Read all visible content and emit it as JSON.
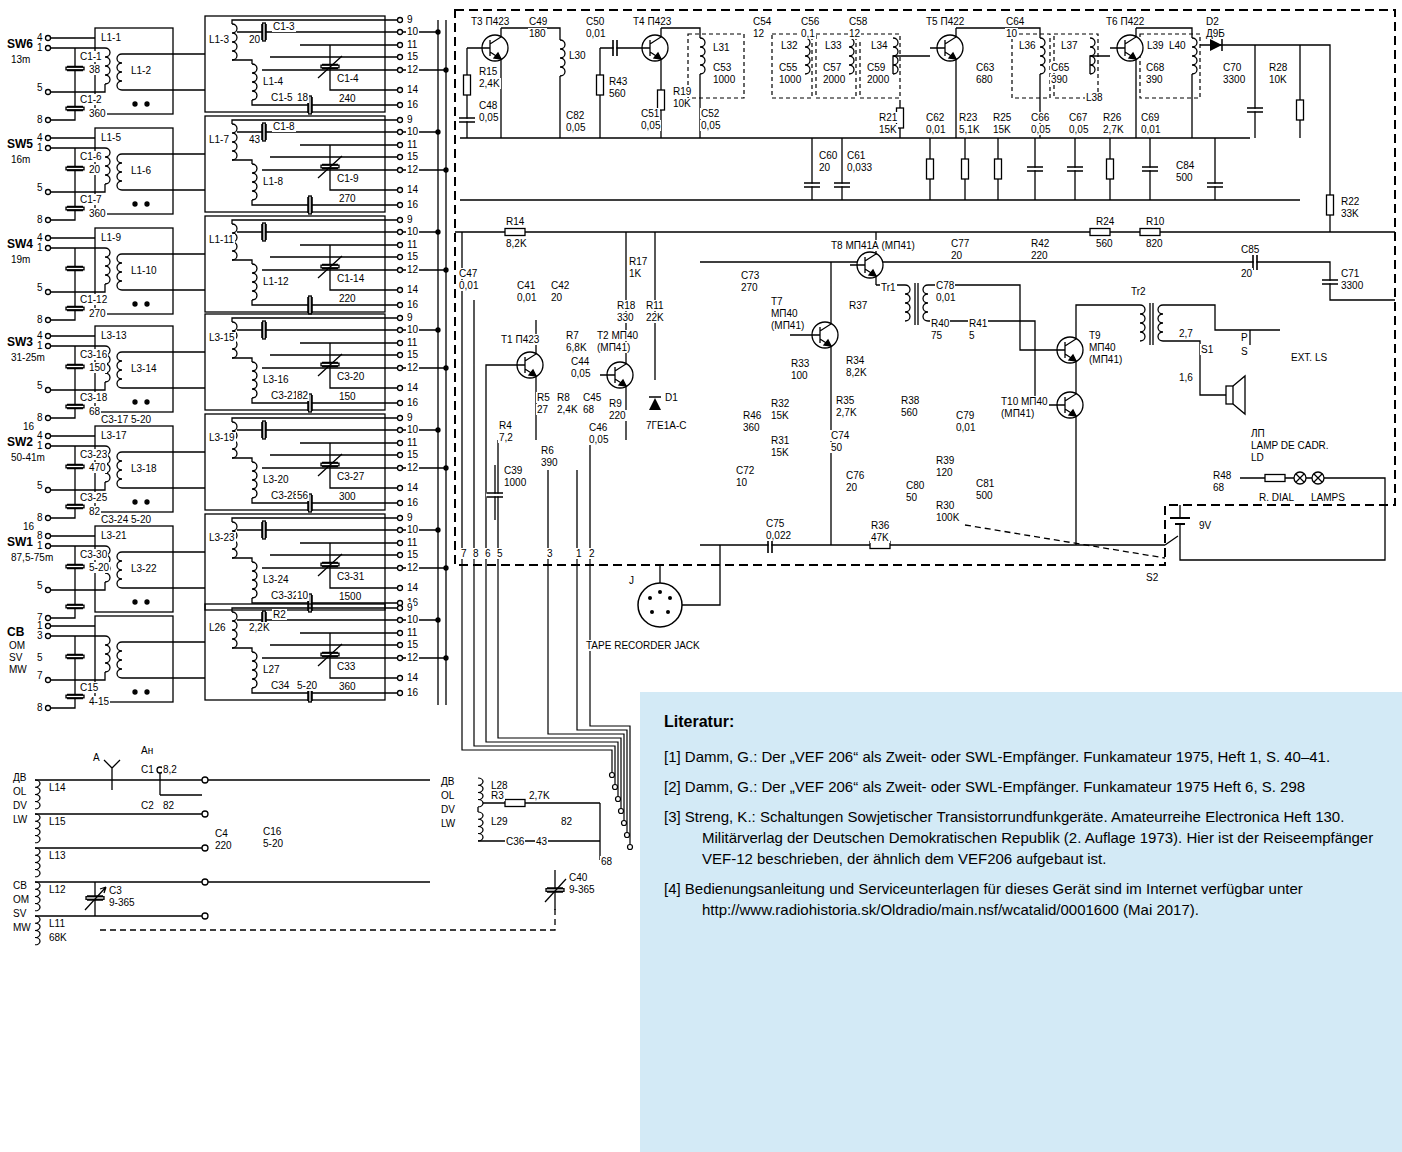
{
  "diagram": {
    "nodes": [
      {
        "text": [
          "Literatur:",
          "[1] Damm, G.: Der „VEF 206“ als Zweit- oder SWL-Empfänger. Funkamateur 1975, Heft 1, S. 40–41.",
          "[2] Damm, G.: Der „VEF 206“ als Zweit- oder SWL-Empfänger. Funkamateur 1975 Heft 6, S. 298",
          "[3] Streng, K.: Schaltungen Sowjetischer Transistorrundfunkgeräte. Amateurreihe Electronica Heft 130. Militärverlag der Deutschen Demokratischen Republik (2. Auflage 1973). Hier ist der Reiseempfänger VEF-12 beschrieben, der ähnlich dem VEF206 aufgebaut ist.",
          "[4] Bedienungsanleitung und Serviceunterlagen für dieses Gerät sind im Internet verfügbar unter http://www.radiohistoria.sk/Oldradio/main.nsf/wcatalid/0001600 (Mai 2017)."
        ]
      }
    ],
    "labels": [
      "SW6",
      "13m",
      "4",
      "1",
      "C1-1",
      "38",
      "5",
      "C1-2",
      "360",
      "8",
      "L1-1",
      "L1-2",
      "L1-3",
      "C1-3",
      "20",
      "L1-4",
      "C1-4",
      "240",
      "C1-5",
      "18",
      "9",
      "10",
      "11",
      "15",
      "12",
      "14",
      "16",
      "SW5",
      "16m",
      "4",
      "1",
      "C1-6",
      "20",
      "5",
      "C1-7",
      "360",
      "8",
      "L1-5",
      "L1-6",
      "L1-7",
      "C1-8",
      "43",
      "L1-8",
      "C1-9",
      "270",
      "9",
      "10",
      "11",
      "15",
      "12",
      "14",
      "16",
      "SW4",
      "19m",
      "4",
      "1",
      "5",
      "C1-12",
      "270",
      "8",
      "L1-9",
      "L1-10",
      "L1-11",
      "C1-14",
      "220",
      "L1-12",
      "9",
      "10",
      "11",
      "15",
      "12",
      "14",
      "16",
      "SW3",
      "31-25m",
      "4",
      "1",
      "C3-16",
      "150",
      "C3-17",
      "5-20",
      "5",
      "8",
      "C3-18",
      "68",
      "16",
      "L3-13",
      "L3-14",
      "L3-15",
      "L3-16",
      "C3-20",
      "150",
      "C3-21",
      "82",
      "9",
      "10",
      "11",
      "15",
      "12",
      "14",
      "16",
      "SW2",
      "50-41m",
      "4",
      "1",
      "C3-23",
      "470",
      "C3-24",
      "5-20",
      "5",
      "8",
      "C3-25",
      "82",
      "16",
      "L3-17",
      "L3-18",
      "L3-19",
      "L3-20",
      "C3-27",
      "300",
      "C3-28",
      "56",
      "9",
      "10",
      "11",
      "15",
      "12",
      "14",
      "16",
      "SW1",
      "87,5-75m",
      "8",
      "1",
      "C3-30",
      "5-20",
      "5",
      "7",
      "L3-21",
      "L3-22",
      "L3-23",
      "L3-24",
      "C3-31",
      "1500",
      "C3-32",
      "10",
      "9",
      "10",
      "11",
      "15",
      "12",
      "14",
      "16",
      "CB",
      "OM",
      "SV",
      "MW",
      "1",
      "3",
      "5",
      "7",
      "8",
      "C15",
      "4-15",
      "L26",
      "R2",
      "2,2K",
      "L27",
      "C33",
      "360",
      "C34",
      "5-20",
      "9",
      "10",
      "11",
      "15",
      "12",
      "14",
      "16",
      "T3 П423",
      "C49",
      "180",
      "C50",
      "0,01",
      "T4 П423",
      "L30",
      "R15",
      "2,4K",
      "C48",
      "0,05",
      "R43",
      "560",
      "C82",
      "0,05",
      "R19",
      "10K",
      "C51",
      "0,05",
      "C52",
      "0,05",
      "L31",
      "C53",
      "1000",
      "C54",
      "12",
      "C56",
      "0,1",
      "C58",
      "12",
      "L32",
      "C55",
      "1000",
      "L33",
      "C57",
      "2000",
      "L34",
      "C59",
      "2000",
      "T5 П422",
      "C60",
      "20",
      "C61",
      "0,033",
      "R21",
      "15K",
      "C64",
      "10",
      "L36",
      "C63",
      "680",
      "L37",
      "C65",
      "390",
      "L38",
      "T6 П422",
      "L39",
      "L40",
      "C68",
      "390",
      "D2",
      "Д9Б",
      "C70",
      "3300",
      "R28",
      "10K",
      "C62",
      "0,01",
      "R23",
      "5,1K",
      "R25",
      "15K",
      "C66",
      "0,05",
      "C67",
      "0,05",
      "R26",
      "2,7K",
      "C69",
      "0,01",
      "C84",
      "500",
      "R14",
      "8,2K",
      "R24",
      "560",
      "R10",
      "820",
      "C85",
      "20",
      "R22",
      "33K",
      "C71",
      "3300",
      "C47",
      "0,01",
      "C41",
      "0,01",
      "C42",
      "20",
      "R17",
      "1K",
      "R18",
      "330",
      "R11",
      "22K",
      "T1 П423",
      "R7",
      "6,8K",
      "T2 МП40",
      "(МП41)",
      "C44",
      "0,05",
      "R5",
      "27",
      "R8",
      "2,4K",
      "C45",
      "68",
      "R9",
      "220",
      "D1",
      "7ГЕ1А-С",
      "C46",
      "0,05",
      "R4",
      "7,2",
      "R6",
      "390",
      "C39",
      "1000",
      "T8 МП41А (МП41)",
      "C77",
      "20",
      "R42",
      "220",
      "C73",
      "270",
      "T7",
      "МП40",
      "(МП41)",
      "Tr1",
      "R37",
      "C78",
      "0,01",
      "R40",
      "75",
      "R41",
      "5",
      "T9",
      "МП40",
      "(МП41)",
      "T10 МП40",
      "(МП41)",
      "C79",
      "0,01",
      "Tr2",
      "2,7",
      "1,6",
      "S1",
      "P",
      "S",
      "EXT. LS",
      "R33",
      "100",
      "R34",
      "8,2K",
      "R46",
      "360",
      "R32",
      "15K",
      "R35",
      "2,7K",
      "R38",
      "560",
      "R31",
      "15K",
      "C74",
      "50",
      "C72",
      "10",
      "C76",
      "20",
      "C80",
      "50",
      "R39",
      "120",
      "C81",
      "500",
      "ЛП",
      "LAMP DE CADR.",
      "LD",
      "R48",
      "68",
      "R. DIAL",
      "LAMPS",
      "S2",
      "9V",
      "C75",
      "0,022",
      "R36",
      "47K",
      "R30",
      "100K",
      "J",
      "TAPE RECORDER JACK",
      "7",
      "8",
      "6",
      "5",
      "3",
      "1",
      "2",
      "ДВ",
      "OL",
      "DV",
      "LW",
      "L14",
      "L15",
      "L13",
      "L12",
      "L11",
      "68K",
      "CB",
      "OM",
      "SV",
      "MW",
      "A",
      "Aн",
      "C1",
      "8,2",
      "C2",
      "82",
      "C4",
      "220",
      "C16",
      "5-20",
      "C3",
      "9-365",
      "ДВ",
      "OL",
      "DV",
      "LW",
      "L28",
      "R3",
      "2,7K",
      "L29",
      "82",
      "C36",
      "43",
      "68",
      "C40",
      "9-365"
    ]
  }
}
